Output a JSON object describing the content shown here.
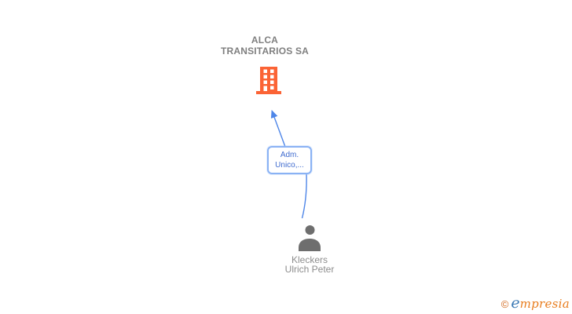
{
  "diagram": {
    "company": {
      "name": "ALCA TRANSITARIOS SA",
      "name_lines": [
        "ALCA",
        "TRANSITARIOS SA"
      ],
      "icon": "building-icon",
      "icon_color": "#fb6335",
      "name_color": "#7f7f7f"
    },
    "person": {
      "name": "Kleckers Ulrich Peter",
      "name_lines": [
        "Kleckers",
        "Ulrich Peter"
      ],
      "icon": "person-icon",
      "icon_color": "#6e6e6e",
      "name_color": "#8d8d8d"
    },
    "relationship": {
      "label": "Adm. Unico,...",
      "direction": "person-to-company",
      "line_color": "#4e86e8",
      "label_border_color": "#8ab2f4",
      "label_text_color": "#3f6bcf"
    }
  },
  "footer": {
    "copyright_symbol": "©",
    "brand_name": "empresia",
    "brand_first_letter": "e",
    "brand_rest": "mpresia",
    "copyright_color": "#d2691e",
    "brand_first_color": "#3b79b5",
    "brand_rest_color": "#e87d1e"
  }
}
